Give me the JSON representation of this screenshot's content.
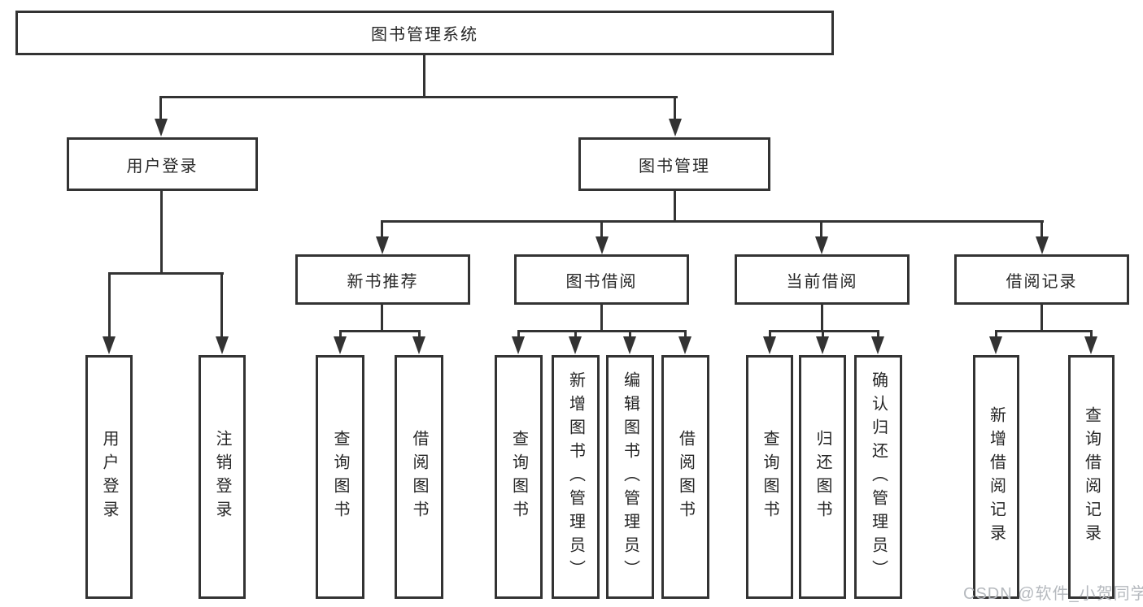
{
  "diagram": {
    "title": "图书管理系统",
    "branches": [
      {
        "label": "用户登录",
        "children": [
          {
            "label": "用户登录"
          },
          {
            "label": "注销登录"
          }
        ]
      },
      {
        "label": "图书管理",
        "children": [
          {
            "label": "新书推荐",
            "children": [
              {
                "label": "查询图书"
              },
              {
                "label": "借阅图书"
              }
            ]
          },
          {
            "label": "图书借阅",
            "children": [
              {
                "label": "查询图书"
              },
              {
                "label": "新增图书（管理员）"
              },
              {
                "label": "编辑图书（管理员）"
              },
              {
                "label": "借阅图书"
              }
            ]
          },
          {
            "label": "当前借阅",
            "children": [
              {
                "label": "查询图书"
              },
              {
                "label": "归还图书"
              },
              {
                "label": "确认归还（管理员）"
              }
            ]
          },
          {
            "label": "借阅记录",
            "children": [
              {
                "label": "新增借阅记录"
              },
              {
                "label": "查询借阅记录"
              }
            ]
          }
        ]
      }
    ]
  },
  "watermark": "CSDN @软件_小贺同学",
  "colors": {
    "line": "#333333",
    "text": "#262626",
    "watermark": "#b5b9be",
    "background": "#ffffff"
  }
}
